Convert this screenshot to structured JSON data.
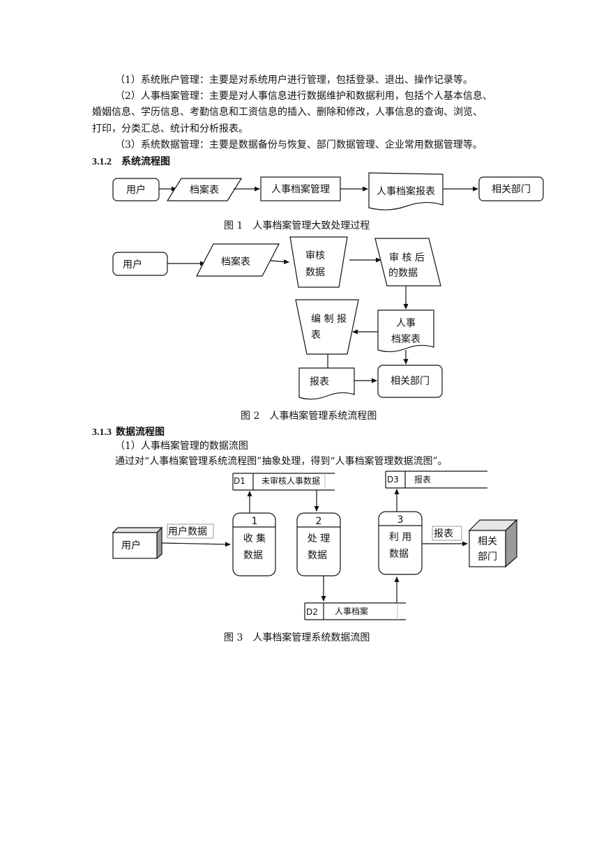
{
  "paragraphs": [
    "（1）系统账户管理：主要是对系统用户进行管理，包括登录、退出、操作记录等。",
    "（2）人事档案管理：主要是对人事信息进行数据维护和数据利用，包括个人基本信息、",
    "婚姻信息、学历信息、考勤信息和工资信息的插入、删除和修改，人事信息的查询、浏览、",
    "打印，分类汇总、统计和分析报表。",
    "（3）系统数据管理：主要是数据备份与恢复、部门数据管理、企业常用数据管理等。"
  ],
  "section_312": {
    "num": "3.1.2",
    "title": "系统流程图"
  },
  "fig1": {
    "nodes": {
      "user": "用户",
      "form": "档案表",
      "mgmt": "人事档案管理",
      "report": "人事档案报表",
      "dept": "相关部门"
    },
    "caption": "图 1　人事档案管理大致处理过程"
  },
  "fig2": {
    "nodes": {
      "user": "用户",
      "form": "档案表",
      "audit_l1": "审核",
      "audit_l2": "数据",
      "audited_l1": "审 核 后",
      "audited_l2": "的数据",
      "compile_l1": "编 制 报",
      "compile_l2": "表",
      "personnel_l1": "人事",
      "personnel_l2": "档案表",
      "report": "报表",
      "dept": "相关部门"
    },
    "caption": "图 2　人事档案管理系统流程图"
  },
  "section_313": {
    "num": "3.1.3",
    "title": "数据流程图"
  },
  "sub_313_1": "（1）人事档案管理的数据流图",
  "intro_313": "通过对“人事档案管理系统流程图”抽象处理，得到“人事档案管理数据流图”。",
  "fig3": {
    "stores": {
      "d1_id": "D1",
      "d1_name": "未审核人事数据",
      "d2_id": "D2",
      "d2_name": "人事档案",
      "d3_id": "D3",
      "d3_name": "报表"
    },
    "flows": {
      "user_data": "用户数据",
      "report": "报表"
    },
    "entities": {
      "user": "用户",
      "dept_l1": "相关",
      "dept_l2": "部门"
    },
    "processes": {
      "p1_no": "1",
      "p1_l1": "收 集",
      "p1_l2": "数据",
      "p2_no": "2",
      "p2_l1": "处 理",
      "p2_l2": "数据",
      "p3_no": "3",
      "p3_l1": "利 用",
      "p3_l2": "数据"
    },
    "caption": "图 3　人事档案管理系统数据流图"
  }
}
